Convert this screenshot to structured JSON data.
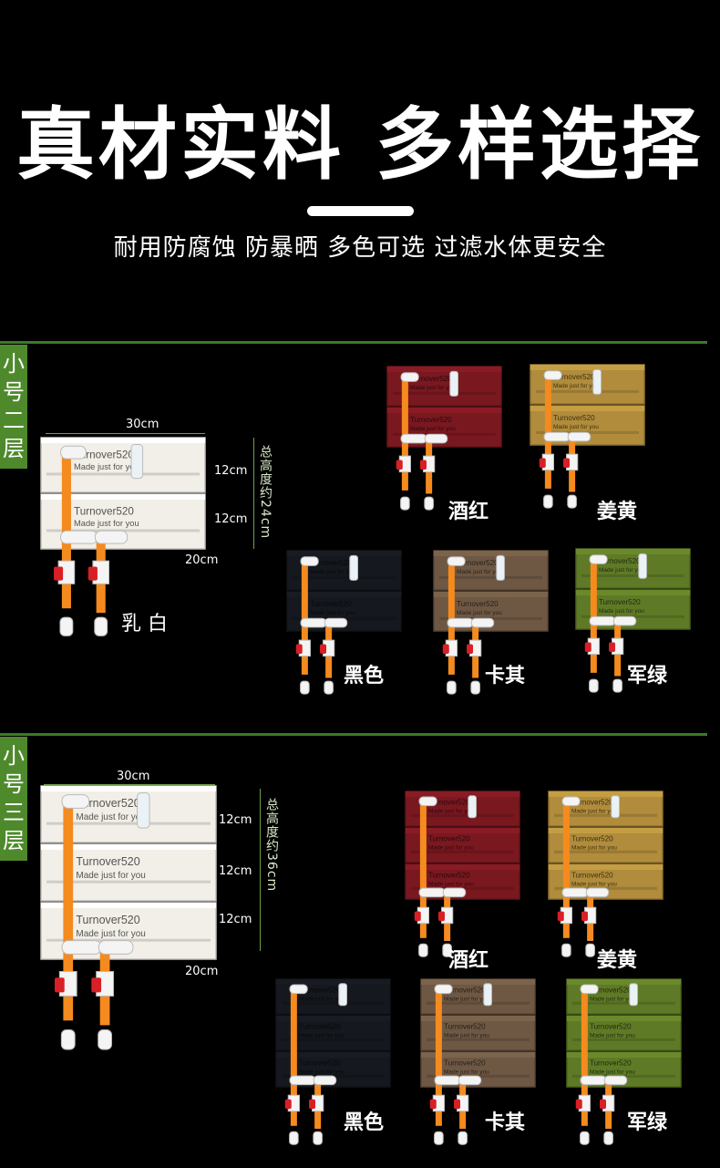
{
  "hero": {
    "title": "真材实料  多样选择",
    "subtitle": "耐用防腐蚀 防暴晒 多色可选 过滤水体更安全"
  },
  "sections": [
    {
      "tag": "小号二层",
      "width": "30cm",
      "depth": "20cm",
      "layer_height": "12cm",
      "total_height": "总高度约24cm",
      "main_color": "乳 白",
      "variants": [
        "酒红",
        "姜黄",
        "黑色",
        "卡其",
        "军绿"
      ]
    },
    {
      "tag": "小号三层",
      "width": "30cm",
      "depth": "20cm",
      "layer_height": "12cm",
      "total_height": "总高度约36cm",
      "main_color": "",
      "variants": [
        "酒红",
        "姜黄",
        "黑色",
        "卡其",
        "军绿"
      ]
    }
  ],
  "box_print": {
    "brand": "Turnover520",
    "slogan": "Made just for you"
  },
  "colors": {
    "accent_green": "#4e8a2c",
    "white": "#f2efe8",
    "wine": "#7a1820",
    "ginger": "#b08c3c",
    "black": "#15181e",
    "khaki": "#6e5844",
    "army": "#5f7a26",
    "pipe_orange": "#f58a1e",
    "valve_red": "#d81f26"
  }
}
